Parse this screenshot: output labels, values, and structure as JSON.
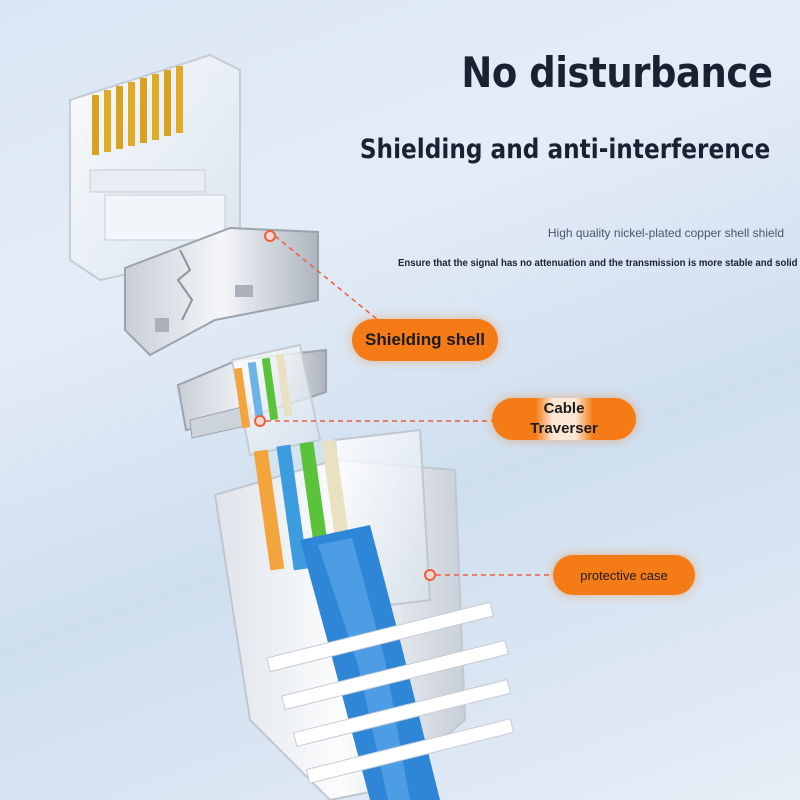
{
  "headline": "No disturbance",
  "subheadline": "Shielding and anti-interference",
  "notes": {
    "shield_quality": "High quality nickel-plated copper shell shield",
    "signal": "Ensure that the signal has no attenuation and the transmission is more stable and solid"
  },
  "callouts": {
    "shielding_shell": "Shielding shell",
    "cable_traverser_line1": "Cable",
    "cable_traverser_line2": "Traverser",
    "protective_case": "protective case"
  },
  "colors": {
    "accent": "#f57b16",
    "text_dark": "#1b2130",
    "cable_blue": "#2f86d6",
    "wire_orange": "#f3a43d",
    "wire_green": "#5bc23c"
  }
}
